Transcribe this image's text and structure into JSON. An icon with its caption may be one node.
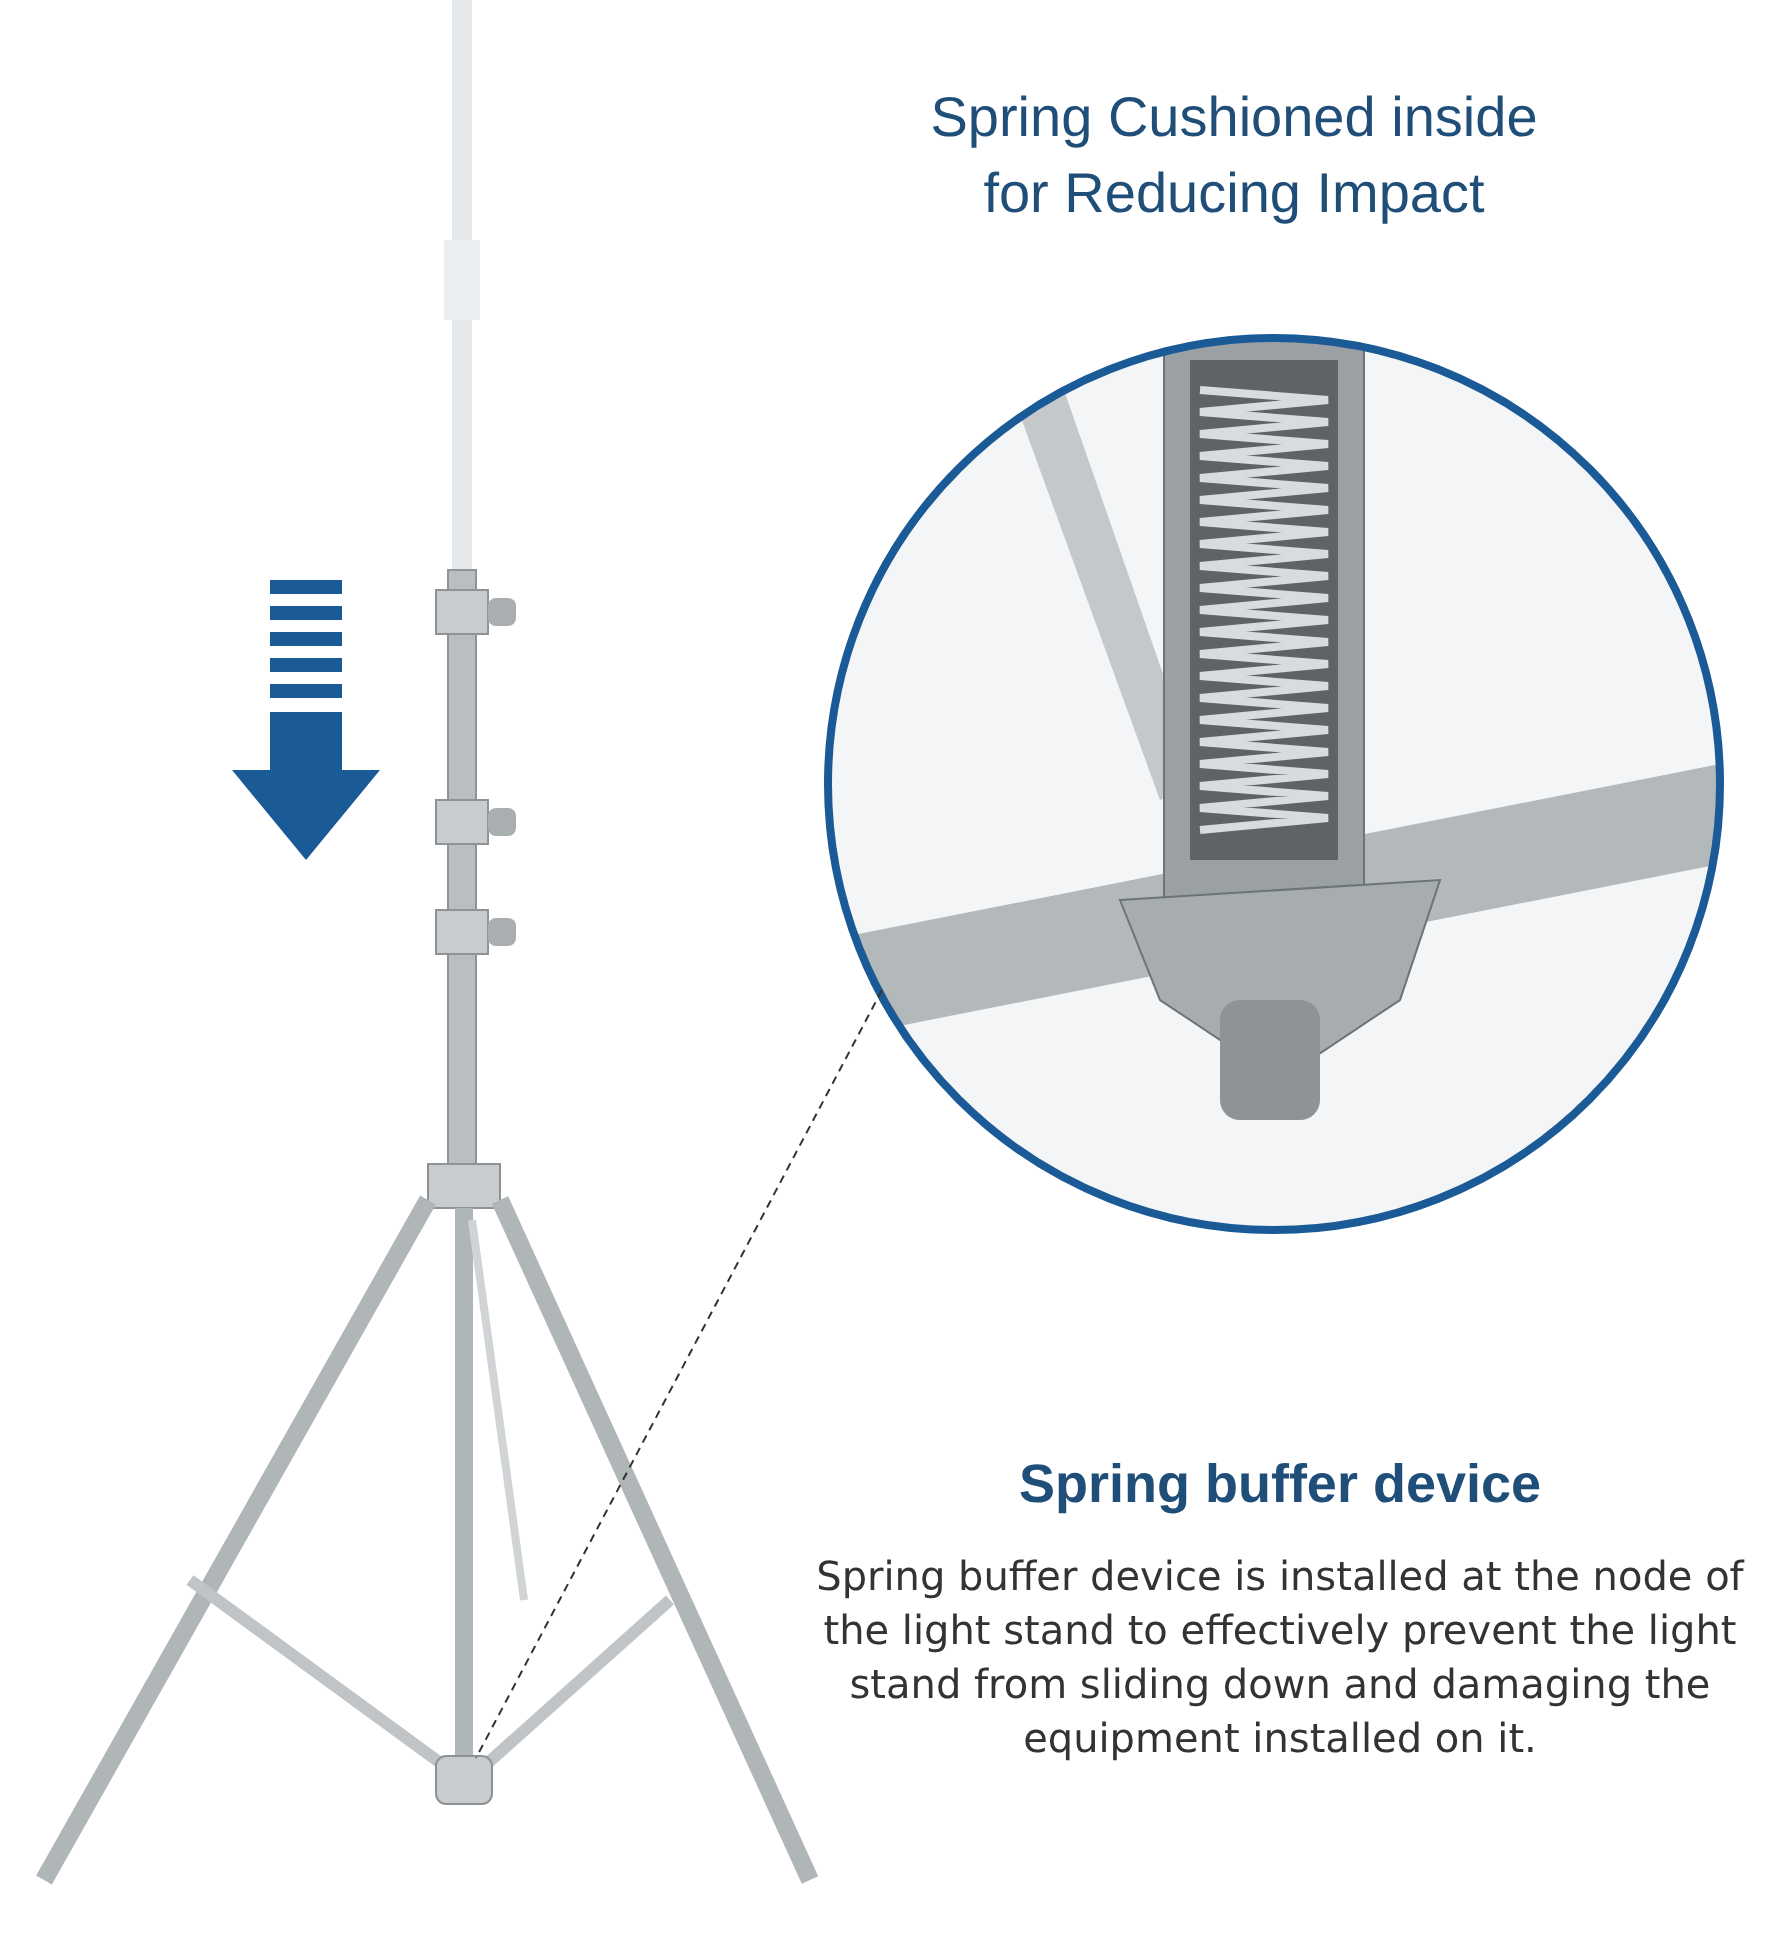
{
  "diagram": {
    "title": "Spring Cushioned inside for Reducing Impact",
    "nodes": [
      {
        "text": [],
        "shape": "picture"
      },
      {
        "text": [],
        "shape": "box"
      }
    ],
    "edges": [
      {
        "from": 0,
        "to": 1,
        "arrow": "none",
        "style": "dashed"
      }
    ],
    "labels": [
      "Spring buffer device",
      "Spring buffer device is installed at the node of the light stand to effectively prevent the light stand from sliding down and damaging the equipment installed on it."
    ]
  }
}
